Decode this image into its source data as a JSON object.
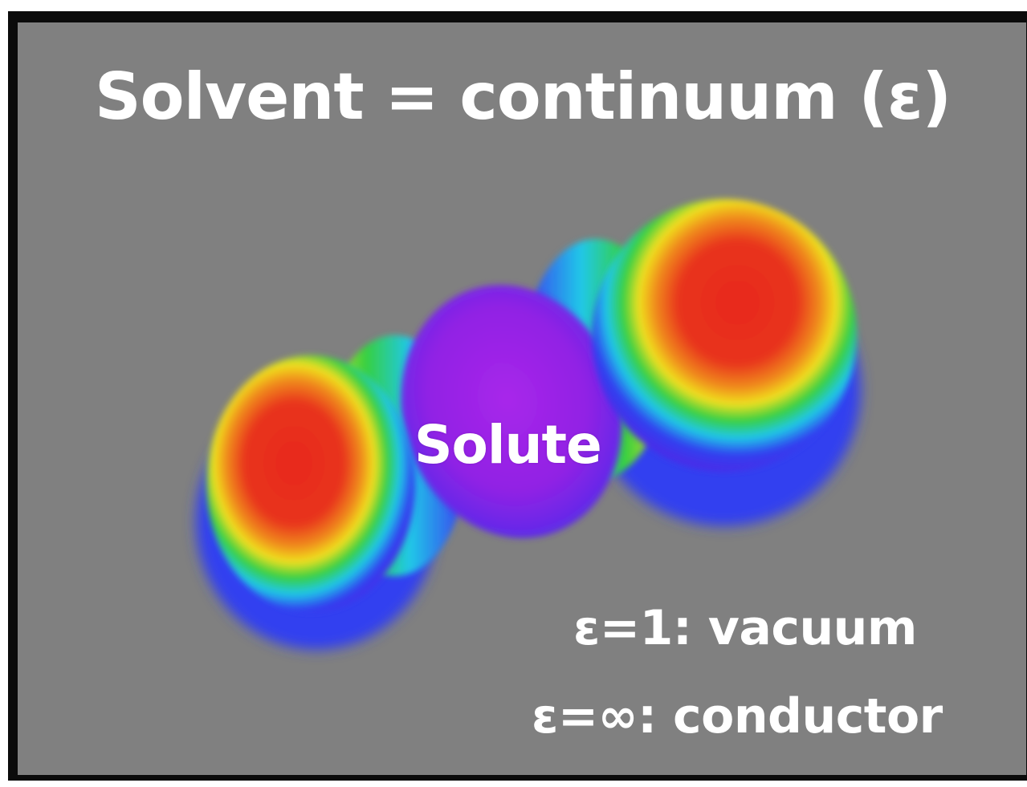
{
  "title": "Solvent = continuum (ε)",
  "solute": {
    "label": "Solute"
  },
  "dielectric_cases": [
    {
      "label": "ε=1: vacuum"
    },
    {
      "label": "ε=∞: conductor"
    }
  ],
  "colors": {
    "background": "#808080",
    "frame": "#0b0b0b",
    "text": "#ffffff",
    "positive_lobe": "#e8281e",
    "negative_center": "#9b22e6",
    "accent_gradient": [
      "#e8281e",
      "#f0e020",
      "#28d040",
      "#20c8e8",
      "#3040f0",
      "#9b22e6"
    ]
  }
}
